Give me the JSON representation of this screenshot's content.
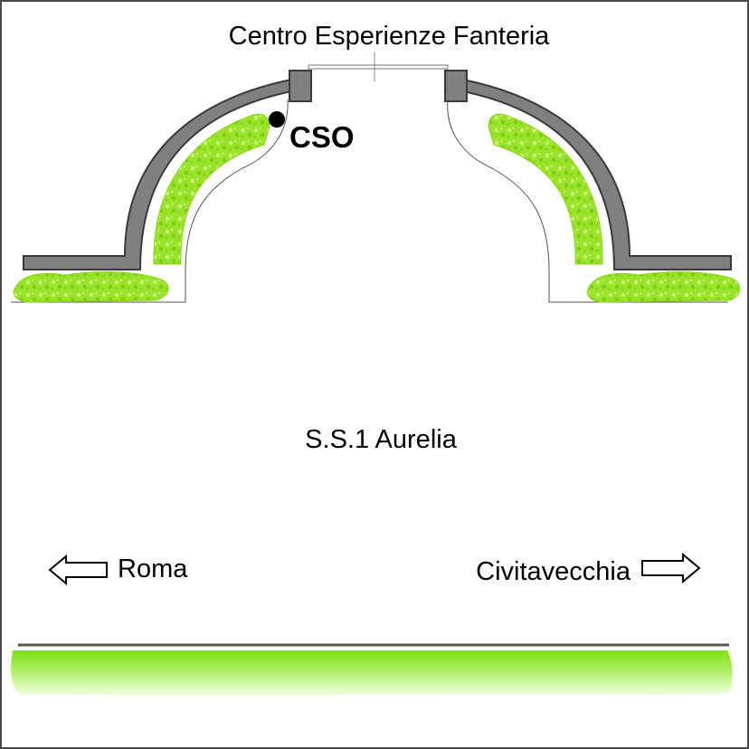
{
  "labels": {
    "title": "Centro Esperienze Fanteria",
    "marker": "CSO",
    "road": "S.S.1 Aurelia",
    "left_direction": "Roma",
    "right_direction": "Civitavecchia"
  },
  "colors": {
    "wall": "#808080",
    "wall_outline": "#3a3a3a",
    "vegetation": "#9be22a",
    "vegetation_light": "#d8ff9a",
    "road_edge": "#555555",
    "marker": "#000000"
  }
}
